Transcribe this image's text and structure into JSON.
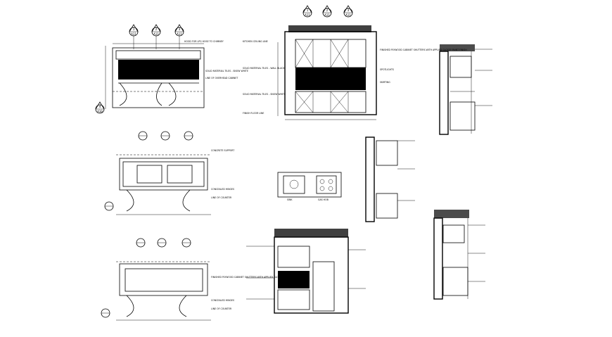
{
  "labels": {
    "hood": "HOOD FOR LPG HOSE TO CHIMNEY",
    "wall_tile1": "SOLID MATERIAL TILES - SNOW WHITE",
    "wall_tile2": "SOLID MATERIAL TILES - WALL BLACK",
    "overhead": "LINE OF OVERHEAD CABINET",
    "kitchen_ceiling": "KITCHEN CEILING LINE",
    "finish_floor": "FINISH FLOOR LINE",
    "plywood1": "FINISHED PLYWOOD CABINET SHUTTERS WITH APPLIED GLOSSY PAINT FINISH",
    "spotlights": "SPOTLIGHTS",
    "skirting": "SKIRTING",
    "concrete": "CONCRETE SUPPORT",
    "concealed": "CONCEALED HINGES",
    "counter": "LINE OF COUNTER",
    "sink": "SINK",
    "gas": "GAS HOB"
  },
  "tags": [
    {
      "num": "1",
      "sheet": "A11"
    },
    {
      "num": "2",
      "sheet": "A11"
    },
    {
      "num": "3",
      "sheet": "A11"
    },
    {
      "num": "4",
      "sheet": "A10"
    }
  ]
}
